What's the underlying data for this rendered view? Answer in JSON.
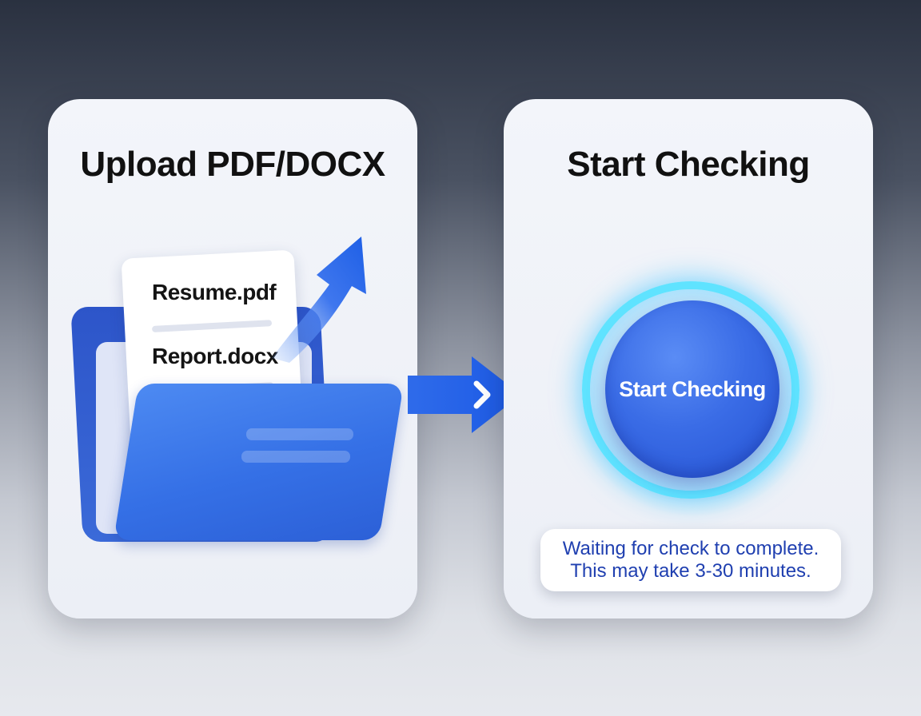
{
  "steps": {
    "upload": {
      "title": "Upload PDF/DOCX",
      "files": [
        "Resume.pdf",
        "Report.docx"
      ]
    },
    "check": {
      "title": "Start Checking",
      "button_label": "Start Checking",
      "status_line_1": "Waiting for check to complete.",
      "status_line_2": "This may take 3-30 minutes."
    }
  },
  "icons": {
    "upload_arrow": "arrow-up-right-icon",
    "next_arrow": "arrow-right-icon",
    "folder": "folder-icon",
    "document": "document-icon"
  },
  "colors": {
    "accent": "#2f6bea",
    "glow": "#5fe3ff",
    "status_text": "#1f3fb0"
  }
}
